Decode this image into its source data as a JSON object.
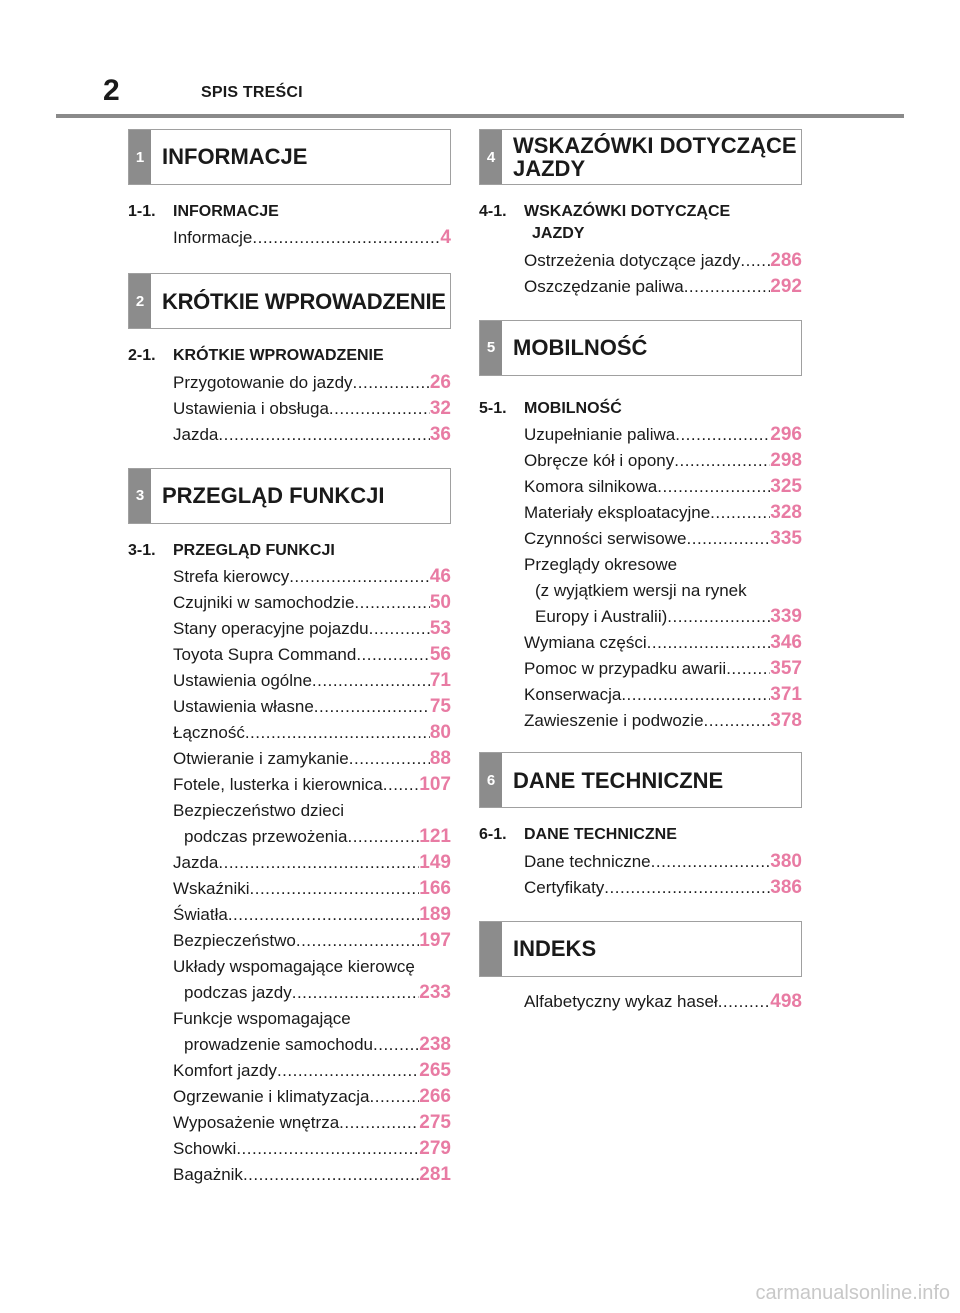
{
  "header": {
    "page_number": "2",
    "title": "SPIS TREŚCI"
  },
  "left": {
    "s1": {
      "tab": "1",
      "name": "INFORMACJE",
      "sub_code": "1-1.",
      "sub_title": "INFORMACJE",
      "entries": [
        {
          "t": "Informacje",
          "p": "4"
        }
      ]
    },
    "s2": {
      "tab": "2",
      "name": "KRÓTKIE WPROWADZENIE",
      "sub_code": "2-1.",
      "sub_title": "KRÓTKIE WPROWADZENIE",
      "entries": [
        {
          "t": "Przygotowanie do jazdy",
          "p": "26"
        },
        {
          "t": "Ustawienia i obsługa",
          "p": "32"
        },
        {
          "t": "Jazda",
          "p": "36"
        }
      ]
    },
    "s3": {
      "tab": "3",
      "name": "PRZEGLĄD FUNKCJI",
      "sub_code": "3-1.",
      "sub_title": "PRZEGLĄD FUNKCJI",
      "entries": [
        {
          "t": "Strefa kierowcy",
          "p": "46"
        },
        {
          "t": "Czujniki w samochodzie",
          "p": "50"
        },
        {
          "t": "Stany operacyjne pojazdu",
          "p": "53"
        },
        {
          "t": "Toyota Supra Command",
          "p": "56"
        },
        {
          "t": "Ustawienia ogólne",
          "p": "71"
        },
        {
          "t": "Ustawienia własne",
          "p": "75"
        },
        {
          "t": "Łączność",
          "p": "80"
        },
        {
          "t": "Otwieranie i zamykanie",
          "p": "88"
        },
        {
          "t": "Fotele, lusterka i kierownica",
          "p": "107"
        }
      ],
      "multi1": {
        "l1": "Bezpieczeństwo dzieci",
        "l2": "podczas przewożenia",
        "p": "121"
      },
      "entries2": [
        {
          "t": "Jazda",
          "p": "149"
        },
        {
          "t": "Wskaźniki",
          "p": "166"
        },
        {
          "t": "Światła",
          "p": "189"
        },
        {
          "t": "Bezpieczeństwo",
          "p": "197"
        }
      ],
      "multi2": {
        "l1": "Układy wspomagające kierowcę",
        "l2": "podczas jazdy",
        "p": "233"
      },
      "multi3": {
        "l1": "Funkcje wspomagające",
        "l2": "prowadzenie samochodu",
        "p": "238"
      },
      "entries3": [
        {
          "t": "Komfort jazdy",
          "p": "265"
        },
        {
          "t": "Ogrzewanie i klimatyzacja",
          "p": "266"
        },
        {
          "t": "Wyposażenie wnętrza",
          "p": "275"
        },
        {
          "t": "Schowki",
          "p": "279"
        },
        {
          "t": "Bagażnik",
          "p": "281"
        }
      ]
    }
  },
  "right": {
    "s4": {
      "tab": "4",
      "name": "WSKAZÓWKI DOTYCZĄCE JAZDY",
      "sub_code": "4-1.",
      "sub_title": "WSKAZÓWKI DOTYCZĄCE",
      "sub_title2": "JAZDY",
      "entries": [
        {
          "t": "Ostrzeżenia dotyczące jazdy",
          "p": "286"
        },
        {
          "t": "Oszczędzanie paliwa",
          "p": "292"
        }
      ]
    },
    "s5": {
      "tab": "5",
      "name": "MOBILNOŚĆ",
      "sub_code": "5-1.",
      "sub_title": "MOBILNOŚĆ",
      "entries": [
        {
          "t": "Uzupełnianie paliwa",
          "p": "296"
        },
        {
          "t": "Obręcze kół i opony",
          "p": "298"
        },
        {
          "t": "Komora silnikowa",
          "p": "325"
        },
        {
          "t": "Materiały eksploatacyjne",
          "p": "328"
        },
        {
          "t": "Czynności serwisowe",
          "p": "335"
        }
      ],
      "multi1": {
        "l1": "Przeglądy okresowe",
        "l2": "(z wyjątkiem wersji na rynek",
        "l3": "Europy i Australii)",
        "p": "339"
      },
      "entries2": [
        {
          "t": "Wymiana części",
          "p": "346"
        },
        {
          "t": "Pomoc w przypadku awarii",
          "p": "357"
        },
        {
          "t": "Konserwacja",
          "p": "371"
        },
        {
          "t": "Zawieszenie i podwozie",
          "p": "378"
        }
      ]
    },
    "s6": {
      "tab": "6",
      "name": "DANE TECHNICZNE",
      "sub_code": "6-1.",
      "sub_title": "DANE TECHNICZNE",
      "entries": [
        {
          "t": "Dane techniczne",
          "p": "380"
        },
        {
          "t": "Certyfikaty",
          "p": "386"
        }
      ]
    },
    "s7": {
      "tab": "",
      "name": "INDEKS",
      "entries": [
        {
          "t": "Alfabetyczny wykaz haseł",
          "p": "498"
        }
      ]
    }
  },
  "watermark": "carmanualsonline.info"
}
